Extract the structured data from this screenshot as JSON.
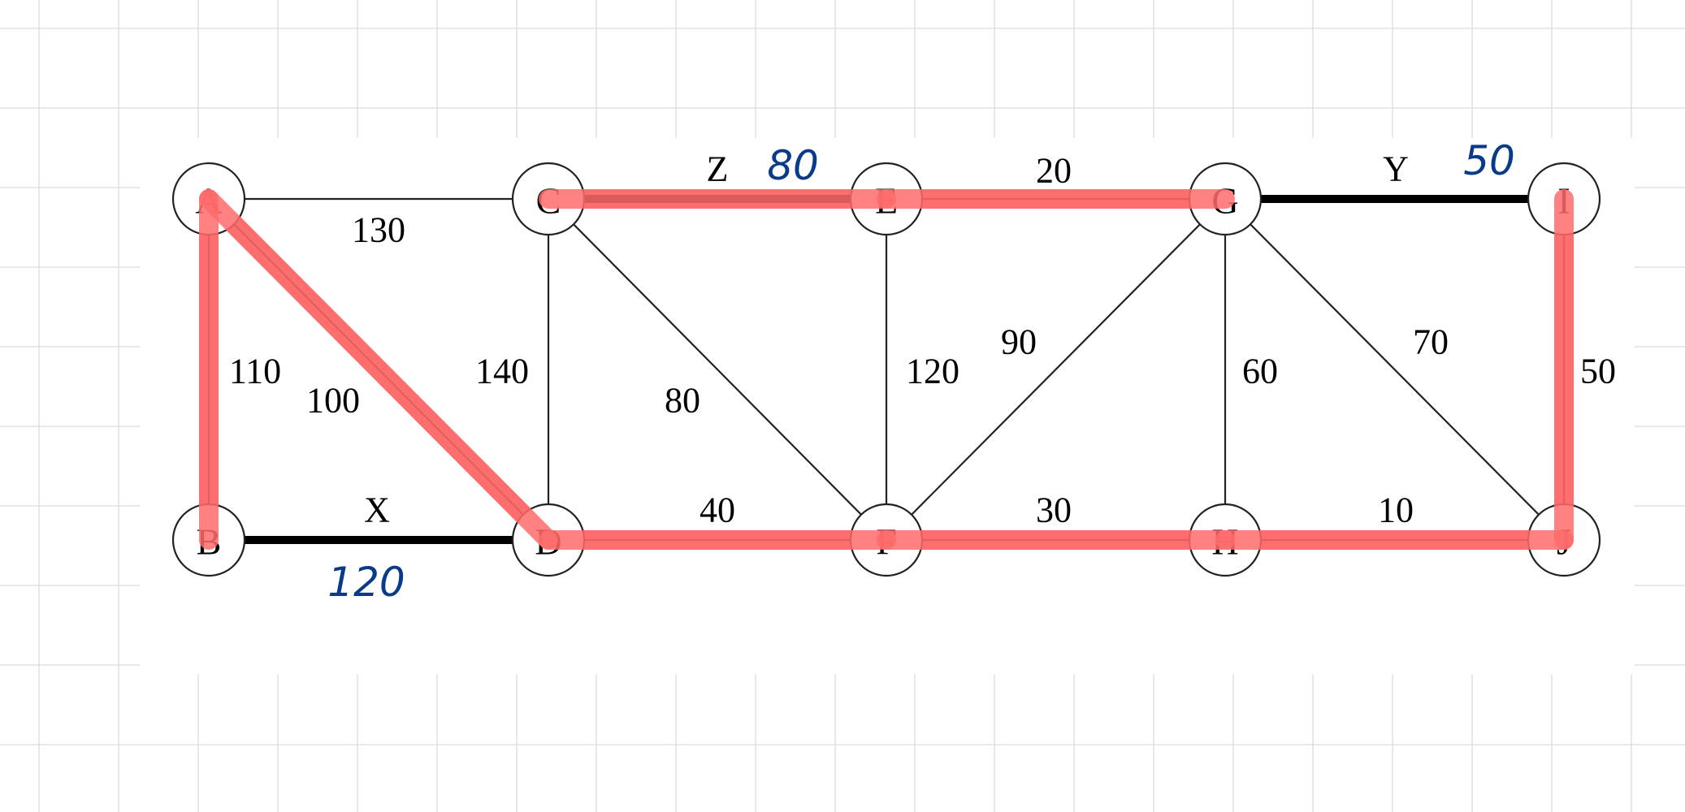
{
  "nodes": [
    {
      "id": "A",
      "label": "A"
    },
    {
      "id": "B",
      "label": "B"
    },
    {
      "id": "C",
      "label": "C"
    },
    {
      "id": "D",
      "label": "D"
    },
    {
      "id": "E",
      "label": "E"
    },
    {
      "id": "F",
      "label": "F"
    },
    {
      "id": "G",
      "label": "G"
    },
    {
      "id": "H",
      "label": "H"
    },
    {
      "id": "I",
      "label": "I"
    },
    {
      "id": "J",
      "label": "J"
    }
  ],
  "edges": [
    {
      "from": "A",
      "to": "C",
      "weight": "130",
      "bold": false,
      "highlighted": false
    },
    {
      "from": "A",
      "to": "B",
      "weight": "110",
      "bold": false,
      "highlighted": true
    },
    {
      "from": "A",
      "to": "D",
      "weight": "100",
      "bold": false,
      "highlighted": true
    },
    {
      "from": "B",
      "to": "D",
      "weight": "X",
      "bold": true,
      "highlighted": false,
      "handwritten_value": "120"
    },
    {
      "from": "C",
      "to": "D",
      "weight": "140",
      "bold": false,
      "highlighted": false
    },
    {
      "from": "C",
      "to": "E",
      "weight": "Z",
      "bold": true,
      "highlighted": true,
      "handwritten_value": "80"
    },
    {
      "from": "C",
      "to": "F",
      "weight": "80",
      "bold": false,
      "highlighted": false
    },
    {
      "from": "D",
      "to": "F",
      "weight": "40",
      "bold": false,
      "highlighted": true
    },
    {
      "from": "E",
      "to": "G",
      "weight": "20",
      "bold": false,
      "highlighted": true
    },
    {
      "from": "E",
      "to": "F",
      "weight": "120",
      "bold": false,
      "highlighted": false
    },
    {
      "from": "F",
      "to": "G",
      "weight": "90",
      "bold": false,
      "highlighted": false
    },
    {
      "from": "F",
      "to": "H",
      "weight": "30",
      "bold": false,
      "highlighted": true
    },
    {
      "from": "G",
      "to": "I",
      "weight": "Y",
      "bold": true,
      "highlighted": false,
      "handwritten_value": "50"
    },
    {
      "from": "G",
      "to": "H",
      "weight": "60",
      "bold": false,
      "highlighted": false
    },
    {
      "from": "G",
      "to": "J",
      "weight": "70",
      "bold": false,
      "highlighted": false
    },
    {
      "from": "H",
      "to": "J",
      "weight": "10",
      "bold": false,
      "highlighted": true
    },
    {
      "from": "I",
      "to": "J",
      "weight": "50",
      "bold": false,
      "highlighted": true
    }
  ],
  "colors": {
    "highlight": "#ff6b6b",
    "handwriting": "#0a3a8a",
    "grid": "#dcdcdc"
  }
}
